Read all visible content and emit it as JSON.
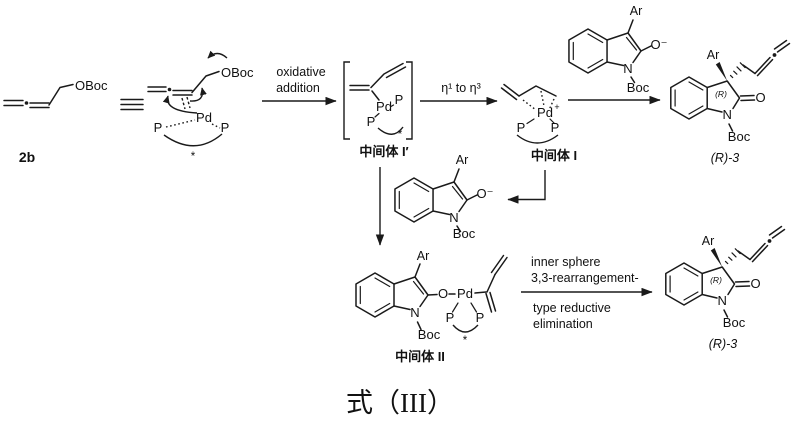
{
  "scheme": {
    "compound_2b": "2b",
    "intermediate_i_prime": "中间体 I′",
    "intermediate_i": "中间体 I",
    "intermediate_ii": "中间体 II",
    "product_label": "(R)-3",
    "r_config": "(R)",
    "formula_label": "式（III）"
  },
  "atoms": {
    "pd": "Pd",
    "plus": "+",
    "p": "P",
    "n": "N",
    "o": "O",
    "o_minus": "O⁻",
    "oboc": "OBoc",
    "boc": "Boc",
    "ar": "Ar",
    "star": "*"
  },
  "arrow_labels": {
    "oxidative_1": "oxidative",
    "oxidative_2": "addition",
    "eta": "η¹ to η³",
    "inner_sphere_1": "inner sphere",
    "inner_sphere_2": "3,3-rearrangement-",
    "inner_sphere_3": "type reductive",
    "inner_sphere_4": "elimination"
  },
  "colors": {
    "ink": "#1a1a1a",
    "background": "#ffffff"
  }
}
